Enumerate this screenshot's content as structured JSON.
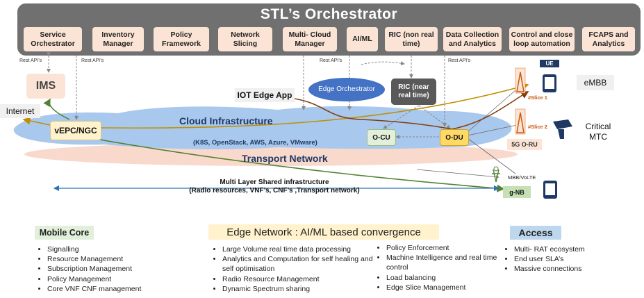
{
  "orchestrator": {
    "title": "STL’s Orchestrator",
    "modules": [
      "Service Orchestrator",
      "Inventory Manager",
      "Policy Framework",
      "Network Slicing",
      "Multi- Cloud Manager",
      "AI/ML",
      "RIC (non real time)",
      "Data Collection and Analytics",
      "Control and close loop automation",
      "FCAPS and Analytics"
    ]
  },
  "rest_apis": [
    "Rest API’s",
    "Rest API’s",
    "Rest API’s",
    "Rest API’s"
  ],
  "nodes": {
    "ims": "IMS",
    "internet": "Internet",
    "iot_edge_app": "IOT Edge App",
    "edge_orchestrator": "Edge Orchestrator",
    "ric_near_rt": "RIC (near real time)",
    "vepc_ngc": "vEPC/NGC",
    "cloud_infrastructure": "Cloud Infrastructure",
    "cloud_platforms": "(K8S, OpenStack, AWS, Azure, VMware)",
    "transport_network": "Transport Network",
    "o_cu": "O-CU",
    "o_du": "O-DU",
    "o_ru": "5G O-RU",
    "g_nb": "g-NB",
    "embb": "eMBB",
    "critical_mtc": "Critical MTC",
    "ue": "UE",
    "slice_1": "#Slice 1",
    "slice_2": "#Slice 2",
    "mbb_volte": "MBB/VoLTE",
    "multi_layer_title": "Multi Layer Shared infrastructure",
    "multi_layer_sub": "(Radio resources, VNF’s, CNF’s ,Transport network)"
  },
  "colors": {
    "orchestrator_bg": "#707070",
    "module_bg": "#fbe4d5",
    "cloud": "#a9c8ee",
    "transport": "#f8d9cc",
    "edge_orchestrator": "#4472c4",
    "ric": "#595959",
    "arrow_green": "#548235",
    "arrow_gold": "#bf9000",
    "arrow_brown": "#843c0c",
    "arrow_blue": "#2e75b6"
  },
  "sections": {
    "mobile_core": {
      "title": "Mobile Core",
      "items": [
        "Signalling",
        "Resource Management",
        "Subscription Management",
        "Policy Management",
        "Core VNF CNF management"
      ]
    },
    "edge_network": {
      "title": "Edge Network : AI/ML based convergence",
      "items_left": [
        "Large Volume real time data processing",
        "Analytics and Computation for self healing and self optimisation",
        "Radio Resource Management",
        "Dynamic Spectrum sharing"
      ],
      "items_right": [
        "Policy Enforcement",
        "Machine Intelligence and real time control",
        "Load balancing",
        "Edge Slice Management"
      ]
    },
    "access": {
      "title": "Access",
      "items": [
        "Multi- RAT ecosystem",
        "End user SLA’s",
        "Massive connections"
      ]
    }
  }
}
